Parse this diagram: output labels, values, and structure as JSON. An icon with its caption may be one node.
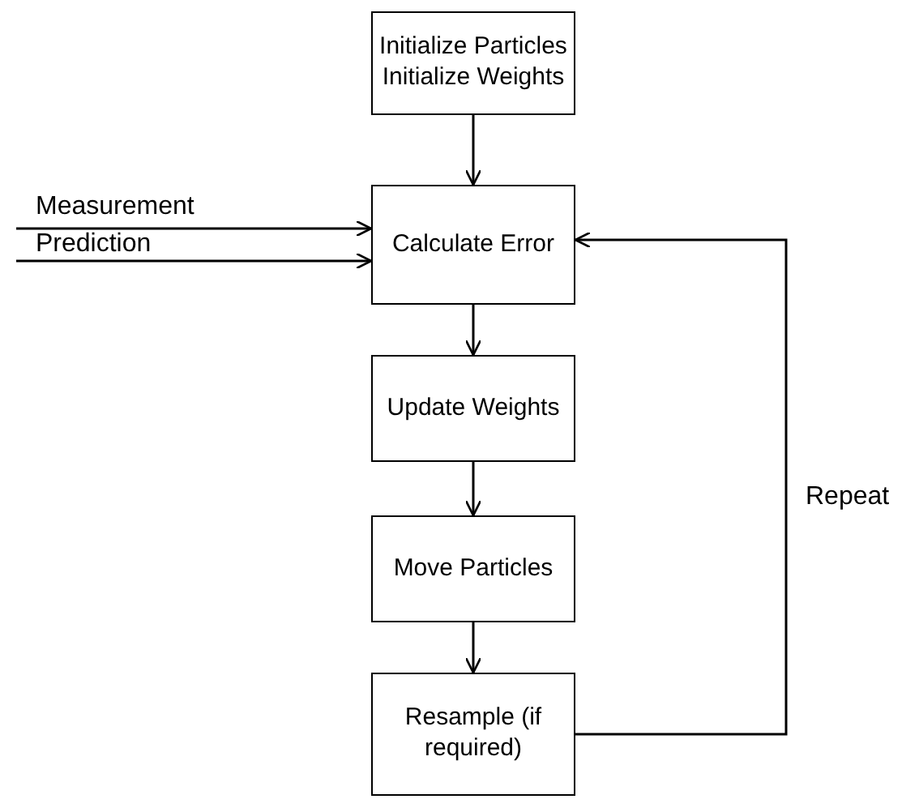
{
  "diagram": {
    "nodes": [
      {
        "text": [
          "Initialize Particles",
          "Initialize Weights"
        ]
      },
      {
        "text": [
          "Calculate Error"
        ]
      },
      {
        "text": [
          "Update Weights"
        ]
      },
      {
        "text": [
          "Move Particles"
        ]
      },
      {
        "text": [
          "Resample (if required)"
        ]
      }
    ],
    "edges": [
      {
        "from": 0,
        "to": 1,
        "arrow": "to"
      },
      {
        "from": 1,
        "to": 2,
        "arrow": "to"
      },
      {
        "from": 2,
        "to": 3,
        "arrow": "to"
      },
      {
        "from": 3,
        "to": 4,
        "arrow": "to"
      },
      {
        "from": null,
        "to": 1,
        "arrow": "to",
        "label": "Measurement"
      },
      {
        "from": null,
        "to": 1,
        "arrow": "to",
        "label": "Prediction"
      },
      {
        "from": 4,
        "to": 1,
        "arrow": "to",
        "label": "Repeat"
      }
    ]
  }
}
